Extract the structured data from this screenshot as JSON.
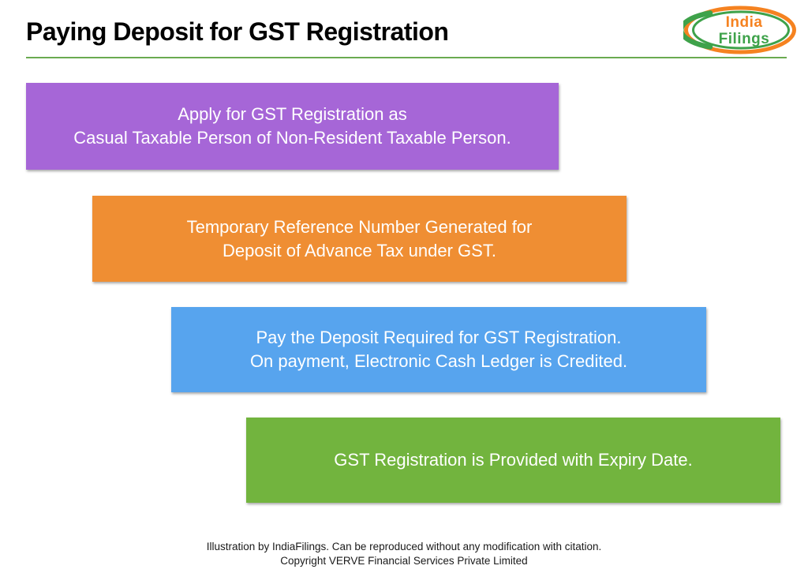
{
  "header": {
    "title": "Paying Deposit for GST Registration",
    "divider_color": "#6AAA50"
  },
  "logo": {
    "line1": "India",
    "line2": "Filings",
    "colors": {
      "orange": "#F58220",
      "green": "#3EA24A"
    }
  },
  "steps": [
    {
      "text": "Apply for GST Registration as\nCasual Taxable Person of Non-Resident Taxable Person.",
      "color": "#A666D7"
    },
    {
      "text": "Temporary Reference Number Generated for\nDeposit of Advance Tax under GST.",
      "color": "#EF8E33"
    },
    {
      "text": "Pay the Deposit Required for GST Registration.\nOn payment, Electronic Cash Ledger is Credited.",
      "color": "#57A4EE"
    },
    {
      "text": "GST Registration is Provided with Expiry Date.",
      "color": "#72B43E"
    }
  ],
  "footer": {
    "line1": "Illustration by IndiaFilings. Can be reproduced without any modification with citation.",
    "line2": "Copyright VERVE Financial Services Private Limited"
  }
}
